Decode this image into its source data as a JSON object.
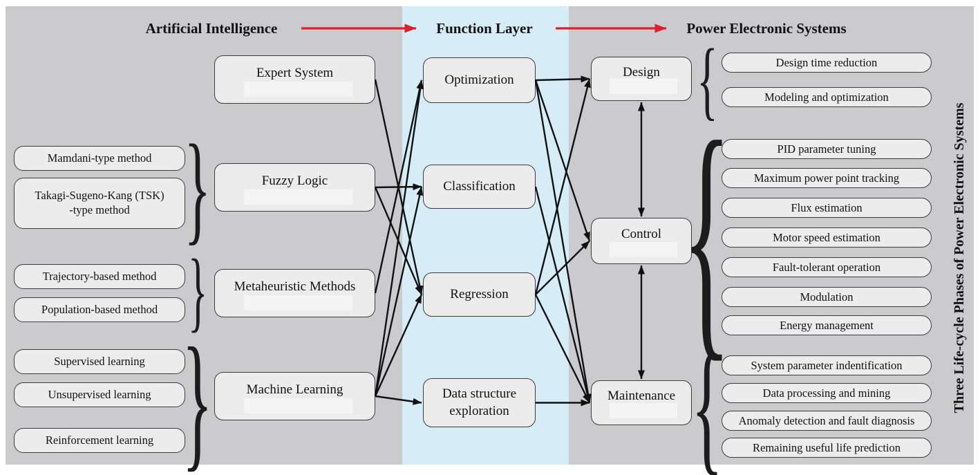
{
  "headers": {
    "ai": "Artificial Intelligence",
    "function": "Function Layer",
    "pes": "Power Electronic Systems"
  },
  "side_label": "Three Life-cycle Phases of Power Electronic Systems",
  "colors": {
    "panel": "#cbcbcd",
    "band": "#d6edf8",
    "boxfill": "#ececec",
    "boxborder": "#3c3c3c",
    "red": "#e01f2d"
  },
  "ai_methods": [
    {
      "id": "expert-system",
      "label": "Expert System"
    },
    {
      "id": "fuzzy-logic",
      "label": "Fuzzy Logic"
    },
    {
      "id": "metaheuristic",
      "label": "Metaheuristic Methods"
    },
    {
      "id": "machine-learning",
      "label": "Machine Learning"
    }
  ],
  "ai_submethods": {
    "fuzzy": [
      "Mamdani-type method",
      "Takagi-Sugeno-Kang (TSK)\n-type method"
    ],
    "metaheuristic": [
      "Trajectory-based method",
      "Population-based method"
    ],
    "machine_learning": [
      "Supervised learning",
      "Unsupervised learning",
      "Reinforcement learning"
    ]
  },
  "functions": [
    {
      "id": "optimization",
      "label": "Optimization"
    },
    {
      "id": "classification",
      "label": "Classification"
    },
    {
      "id": "regression",
      "label": "Regression"
    },
    {
      "id": "dse",
      "label": "Data structure\nexploration"
    }
  ],
  "phases": [
    {
      "id": "design",
      "label": "Design"
    },
    {
      "id": "control",
      "label": "Control"
    },
    {
      "id": "maintenance",
      "label": "Maintenance"
    }
  ],
  "applications": {
    "design": [
      "Design time reduction",
      "Modeling and optimization"
    ],
    "control": [
      "PID parameter tuning",
      "Maximum power point tracking",
      "Flux estimation",
      "Motor speed estimation",
      "Fault-tolerant operation",
      "Modulation",
      "Energy management"
    ],
    "maintenance": [
      "System parameter indentification",
      "Data processing and mining",
      "Anomaly detection and fault diagnosis",
      "Remaining useful life prediction"
    ]
  },
  "edges": [
    {
      "from": "expert-system",
      "to": "regression"
    },
    {
      "from": "fuzzy-logic",
      "to": "classification"
    },
    {
      "from": "fuzzy-logic",
      "to": "regression"
    },
    {
      "from": "metaheuristic",
      "to": "optimization"
    },
    {
      "from": "machine-learning",
      "to": "optimization"
    },
    {
      "from": "machine-learning",
      "to": "classification"
    },
    {
      "from": "machine-learning",
      "to": "regression"
    },
    {
      "from": "machine-learning",
      "to": "dse"
    },
    {
      "from": "optimization",
      "to": "design"
    },
    {
      "from": "optimization",
      "to": "control"
    },
    {
      "from": "optimization",
      "to": "maintenance"
    },
    {
      "from": "classification",
      "to": "maintenance"
    },
    {
      "from": "regression",
      "to": "design"
    },
    {
      "from": "regression",
      "to": "control"
    },
    {
      "from": "regression",
      "to": "maintenance"
    },
    {
      "from": "dse",
      "to": "maintenance"
    },
    {
      "from": "design",
      "to": "control",
      "style": "double"
    },
    {
      "from": "control",
      "to": "maintenance",
      "style": "double"
    }
  ]
}
